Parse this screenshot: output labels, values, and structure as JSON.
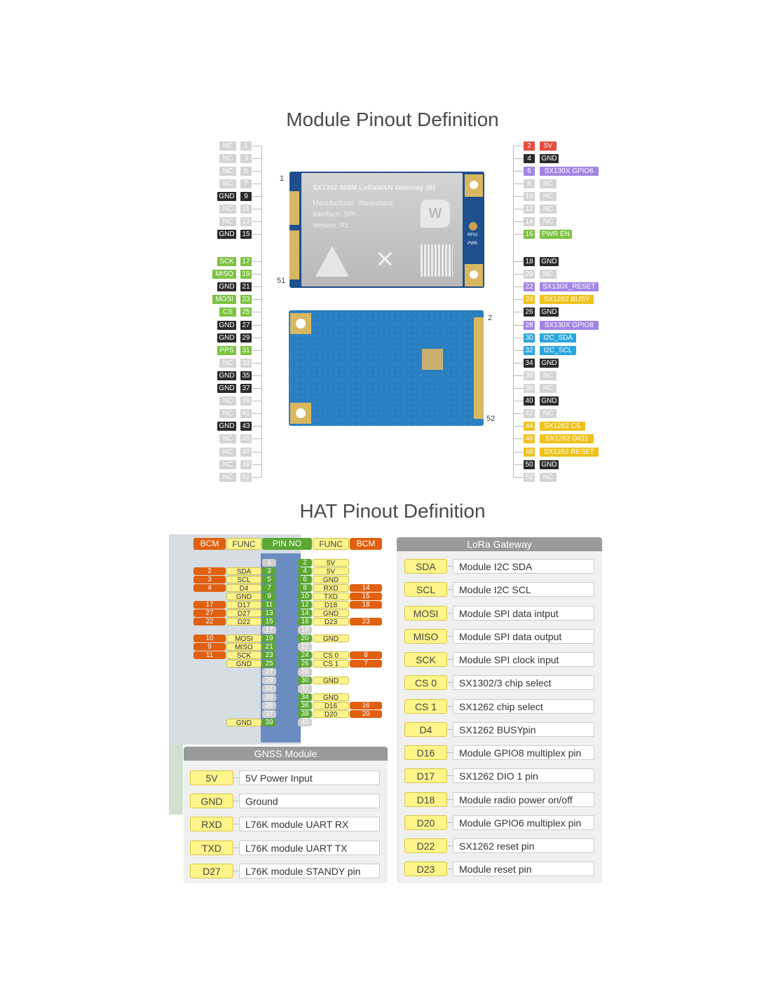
{
  "module_title": "Module Pinout Definition",
  "hat_title": "HAT Pinout Definition",
  "colors": {
    "nc": "#d4d4d4",
    "gnd": "#2b2b2b",
    "green": "#7cc341",
    "red": "#e84c3d",
    "purple": "#a384e6",
    "yellow": "#efc21c",
    "blue": "#2aa6de",
    "orange": "#e0600f",
    "func": "#fff48c",
    "pin": "#5aa731",
    "pin_off": "#cfcfcf"
  },
  "module_card": {
    "name": "SX1302 868M LoRaWAN Gateway (B)",
    "manufacturer": "Manufacturer: Waveshare",
    "interface": "Interface: SPI",
    "version": "Version: R1",
    "pin_top": "1",
    "pin_bottom": "51",
    "back_pin_top": "2",
    "back_pin_bottom": "52",
    "rf_label": "RFIO",
    "pwr_label": "PWR"
  },
  "left_pins": [
    {
      "num": "1",
      "label": "NC",
      "c": "nc"
    },
    {
      "num": "3",
      "label": "NC",
      "c": "nc"
    },
    {
      "num": "5",
      "label": "NC",
      "c": "nc"
    },
    {
      "num": "7",
      "label": "NC",
      "c": "nc"
    },
    {
      "num": "9",
      "label": "GND",
      "c": "gnd"
    },
    {
      "num": "11",
      "label": "NC",
      "c": "nc"
    },
    {
      "num": "13",
      "label": "NC",
      "c": "nc"
    },
    {
      "num": "15",
      "label": "GND",
      "c": "gnd"
    },
    {
      "num": "17",
      "label": "SCK",
      "c": "green"
    },
    {
      "num": "19",
      "label": "MISO",
      "c": "green"
    },
    {
      "num": "21",
      "label": "GND",
      "c": "gnd"
    },
    {
      "num": "23",
      "label": "MOSI",
      "c": "green"
    },
    {
      "num": "25",
      "label": "CS",
      "c": "green"
    },
    {
      "num": "27",
      "label": "GND",
      "c": "gnd"
    },
    {
      "num": "29",
      "label": "GND",
      "c": "gnd"
    },
    {
      "num": "31",
      "label": "PPS",
      "c": "green"
    },
    {
      "num": "33",
      "label": "NC",
      "c": "nc"
    },
    {
      "num": "35",
      "label": "GND",
      "c": "gnd"
    },
    {
      "num": "37",
      "label": "GND",
      "c": "gnd"
    },
    {
      "num": "39",
      "label": "NC",
      "c": "nc"
    },
    {
      "num": "41",
      "label": "NC",
      "c": "nc"
    },
    {
      "num": "43",
      "label": "GND",
      "c": "gnd"
    },
    {
      "num": "45",
      "label": "NC",
      "c": "nc"
    },
    {
      "num": "47",
      "label": "NC",
      "c": "nc"
    },
    {
      "num": "49",
      "label": "NC",
      "c": "nc"
    },
    {
      "num": "51",
      "label": "NC",
      "c": "nc"
    }
  ],
  "right_pins": [
    {
      "num": "2",
      "label": "5V",
      "c": "red"
    },
    {
      "num": "4",
      "label": "GND",
      "c": "gnd"
    },
    {
      "num": "6",
      "label": "SX130X GPIO6",
      "c": "purple"
    },
    {
      "num": "8",
      "label": "NC",
      "c": "nc"
    },
    {
      "num": "10",
      "label": "NC",
      "c": "nc"
    },
    {
      "num": "12",
      "label": "NC",
      "c": "nc"
    },
    {
      "num": "14",
      "label": "NC",
      "c": "nc"
    },
    {
      "num": "16",
      "label": "PWR EN",
      "c": "green"
    },
    {
      "num": "18",
      "label": "GND",
      "c": "gnd"
    },
    {
      "num": "20",
      "label": "NC",
      "c": "nc"
    },
    {
      "num": "22",
      "label": "SX130X_RESET",
      "c": "purple"
    },
    {
      "num": "24",
      "label": "SX1262 BUSY",
      "c": "yellow"
    },
    {
      "num": "26",
      "label": "GND",
      "c": "gnd"
    },
    {
      "num": "28",
      "label": "SX130X GPIO8",
      "c": "purple"
    },
    {
      "num": "30",
      "label": "I2C_SDA",
      "c": "blue"
    },
    {
      "num": "32",
      "label": "I2C_SCL",
      "c": "blue"
    },
    {
      "num": "34",
      "label": "GND",
      "c": "gnd"
    },
    {
      "num": "36",
      "label": "NC",
      "c": "nc"
    },
    {
      "num": "38",
      "label": "NC",
      "c": "nc"
    },
    {
      "num": "40",
      "label": "GND",
      "c": "gnd"
    },
    {
      "num": "42",
      "label": "NC",
      "c": "nc"
    },
    {
      "num": "44",
      "label": "SX1262 CS",
      "c": "yellow"
    },
    {
      "num": "46",
      "label": "SX1262 DIO1",
      "c": "yellow"
    },
    {
      "num": "48",
      "label": "SX1262 RESET",
      "c": "yellow"
    },
    {
      "num": "50",
      "label": "GND",
      "c": "gnd"
    },
    {
      "num": "52",
      "label": "NC",
      "c": "nc"
    }
  ],
  "hat_header": {
    "bcm_l": "BCM",
    "func_l": "FUNC",
    "pin_no": "PIN NO",
    "func_r": "FUNC",
    "bcm_r": "BCM"
  },
  "hat_rows": [
    {
      "lb": "",
      "lf": "",
      "lp": "1",
      "la": false,
      "rp": "2",
      "ra": true,
      "rf": "5V",
      "rb": ""
    },
    {
      "lb": "2",
      "lf": "SDA",
      "lp": "3",
      "la": true,
      "rp": "4",
      "ra": true,
      "rf": "5V",
      "rb": ""
    },
    {
      "lb": "3",
      "lf": "SCL",
      "lp": "5",
      "la": true,
      "rp": "6",
      "ra": true,
      "rf": "GND",
      "rb": ""
    },
    {
      "lb": "4",
      "lf": "D4",
      "lp": "7",
      "la": true,
      "rp": "8",
      "ra": true,
      "rf": "RXD",
      "rb": "14"
    },
    {
      "lb": "",
      "lf": "GND",
      "lp": "9",
      "la": true,
      "rp": "10",
      "ra": true,
      "rf": "TXD",
      "rb": "15"
    },
    {
      "lb": "17",
      "lf": "D17",
      "lp": "11",
      "la": true,
      "rp": "12",
      "ra": true,
      "rf": "D18",
      "rb": "18"
    },
    {
      "lb": "27",
      "lf": "D27",
      "lp": "13",
      "la": true,
      "rp": "14",
      "ra": true,
      "rf": "GND",
      "rb": ""
    },
    {
      "lb": "22",
      "lf": "D22",
      "lp": "15",
      "la": true,
      "rp": "16",
      "ra": true,
      "rf": "D23",
      "rb": "23"
    },
    {
      "lb": "",
      "lf": "",
      "lp": "17",
      "la": false,
      "rp": "18",
      "ra": false,
      "rf": "",
      "rb": ""
    },
    {
      "lb": "10",
      "lf": "MOSI",
      "lp": "19",
      "la": true,
      "rp": "20",
      "ra": true,
      "rf": "GND",
      "rb": ""
    },
    {
      "lb": "9",
      "lf": "MISO",
      "lp": "21",
      "la": true,
      "rp": "22",
      "ra": false,
      "rf": "",
      "rb": ""
    },
    {
      "lb": "11",
      "lf": "SCK",
      "lp": "23",
      "la": true,
      "rp": "24",
      "ra": true,
      "rf": "CS 0",
      "rb": "8"
    },
    {
      "lb": "",
      "lf": "GND",
      "lp": "25",
      "la": true,
      "rp": "26",
      "ra": true,
      "rf": "CS 1",
      "rb": "7"
    },
    {
      "lb": "",
      "lf": "",
      "lp": "27",
      "la": false,
      "rp": "28",
      "ra": false,
      "rf": "",
      "rb": ""
    },
    {
      "lb": "",
      "lf": "",
      "lp": "29",
      "la": false,
      "rp": "30",
      "ra": true,
      "rf": "GND",
      "rb": ""
    },
    {
      "lb": "",
      "lf": "",
      "lp": "31",
      "la": false,
      "rp": "32",
      "ra": false,
      "rf": "",
      "rb": ""
    },
    {
      "lb": "",
      "lf": "",
      "lp": "33",
      "la": false,
      "rp": "34",
      "ra": true,
      "rf": "GND",
      "rb": ""
    },
    {
      "lb": "",
      "lf": "",
      "lp": "35",
      "la": false,
      "rp": "36",
      "ra": true,
      "rf": "D16",
      "rb": "16"
    },
    {
      "lb": "",
      "lf": "",
      "lp": "37",
      "la": false,
      "rp": "38",
      "ra": true,
      "rf": "D20",
      "rb": "20"
    },
    {
      "lb": "",
      "lf": "GND",
      "lp": "39",
      "la": true,
      "rp": "40",
      "ra": false,
      "rf": "",
      "rb": ""
    }
  ],
  "gnss": {
    "title": "GNSS Module",
    "rows": [
      {
        "key": "5V",
        "desc": "5V Power Input"
      },
      {
        "key": "GND",
        "desc": "Ground"
      },
      {
        "key": "RXD",
        "desc": "L76K module UART RX"
      },
      {
        "key": "TXD",
        "desc": "L76K module UART TX"
      },
      {
        "key": "D27",
        "desc": "L76K module STANDY pin"
      }
    ]
  },
  "lora": {
    "title": "LoRa Gateway",
    "rows": [
      {
        "key": "SDA",
        "desc": "Module I2C SDA"
      },
      {
        "key": "SCL",
        "desc": "Module I2C SCL"
      },
      {
        "key": "MOSI",
        "desc": "Module SPI data intput"
      },
      {
        "key": "MISO",
        "desc": "Module SPI data output"
      },
      {
        "key": "SCK",
        "desc": "Module SPI clock input"
      },
      {
        "key": "CS 0",
        "desc": "SX1302/3 chip select"
      },
      {
        "key": "CS 1",
        "desc": "SX1262 chip select"
      },
      {
        "key": "D4",
        "desc": "SX1262 BUSYpin"
      },
      {
        "key": "D16",
        "desc": "Module GPIO8 multiplex pin"
      },
      {
        "key": "D17",
        "desc": "SX1262 DIO 1 pin"
      },
      {
        "key": "D18",
        "desc": "Module radio power on/off"
      },
      {
        "key": "D20",
        "desc": "Module GPIO6 multiplex pin"
      },
      {
        "key": "D22",
        "desc": "SX1262 reset pin"
      },
      {
        "key": "D23",
        "desc": "Module reset pin"
      }
    ]
  }
}
